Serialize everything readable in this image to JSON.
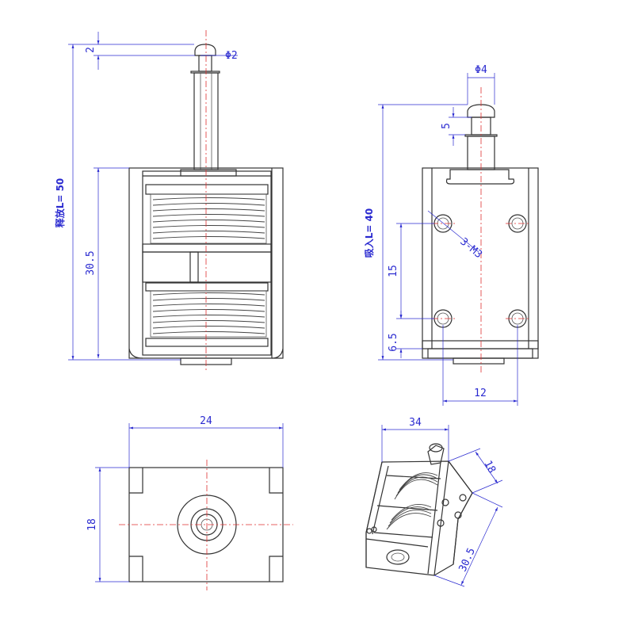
{
  "front_view": {
    "overall_label": "释放L= 50",
    "height_label": "30.5",
    "tip_label": "2",
    "diameter_label": "Φ2"
  },
  "side_view": {
    "overall_label": "吸入L= 40",
    "spacing_v_label": "15",
    "bottom_offset_label": "6.5",
    "spacing_h_label": "12",
    "tip_label": "5",
    "diameter_label": "Φ4",
    "screw_label": "3-M3"
  },
  "bottom_view": {
    "width_label": "24",
    "depth_label": "18"
  },
  "iso_view": {
    "width_label": "34",
    "depth_label": "18",
    "height_label": "30.5"
  },
  "colors": {
    "dimension": "#2a2ad0",
    "centerline": "#e03030",
    "outline": "#333333"
  }
}
